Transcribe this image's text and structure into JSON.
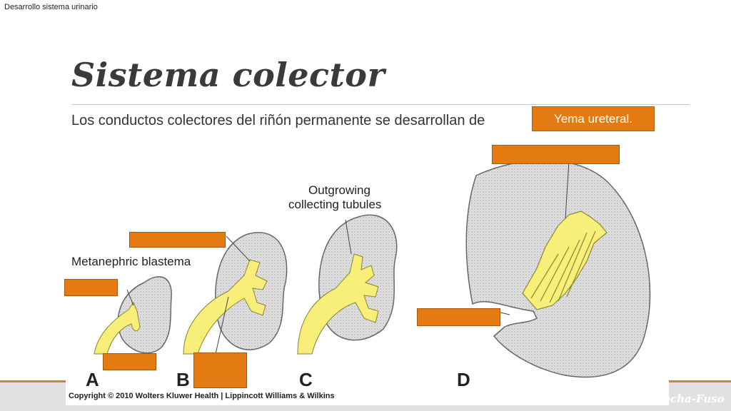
{
  "header": {
    "top_label": "Desarrollo sistema urinario"
  },
  "slide": {
    "title": "Sistema colector",
    "body": "Los conductos colectores del riñón permanente se desarrollan de",
    "answer": "Yema ureteral."
  },
  "figure": {
    "labels": {
      "metanephric": "Metanephric blastema",
      "outgrowing_1": "Outgrowing",
      "outgrowing_2": "collecting tubules"
    },
    "panels": [
      "A",
      "B",
      "C",
      "D"
    ]
  },
  "footer": {
    "copyright": "Copyright © 2010 Wolters Kluwer Health | Lippincott Williams & Wilkins",
    "author": "ocha-Fuso"
  },
  "colors": {
    "accent": "#e47a12",
    "tubule": "#f7ef7a",
    "tissue": "#d4d4d4"
  }
}
